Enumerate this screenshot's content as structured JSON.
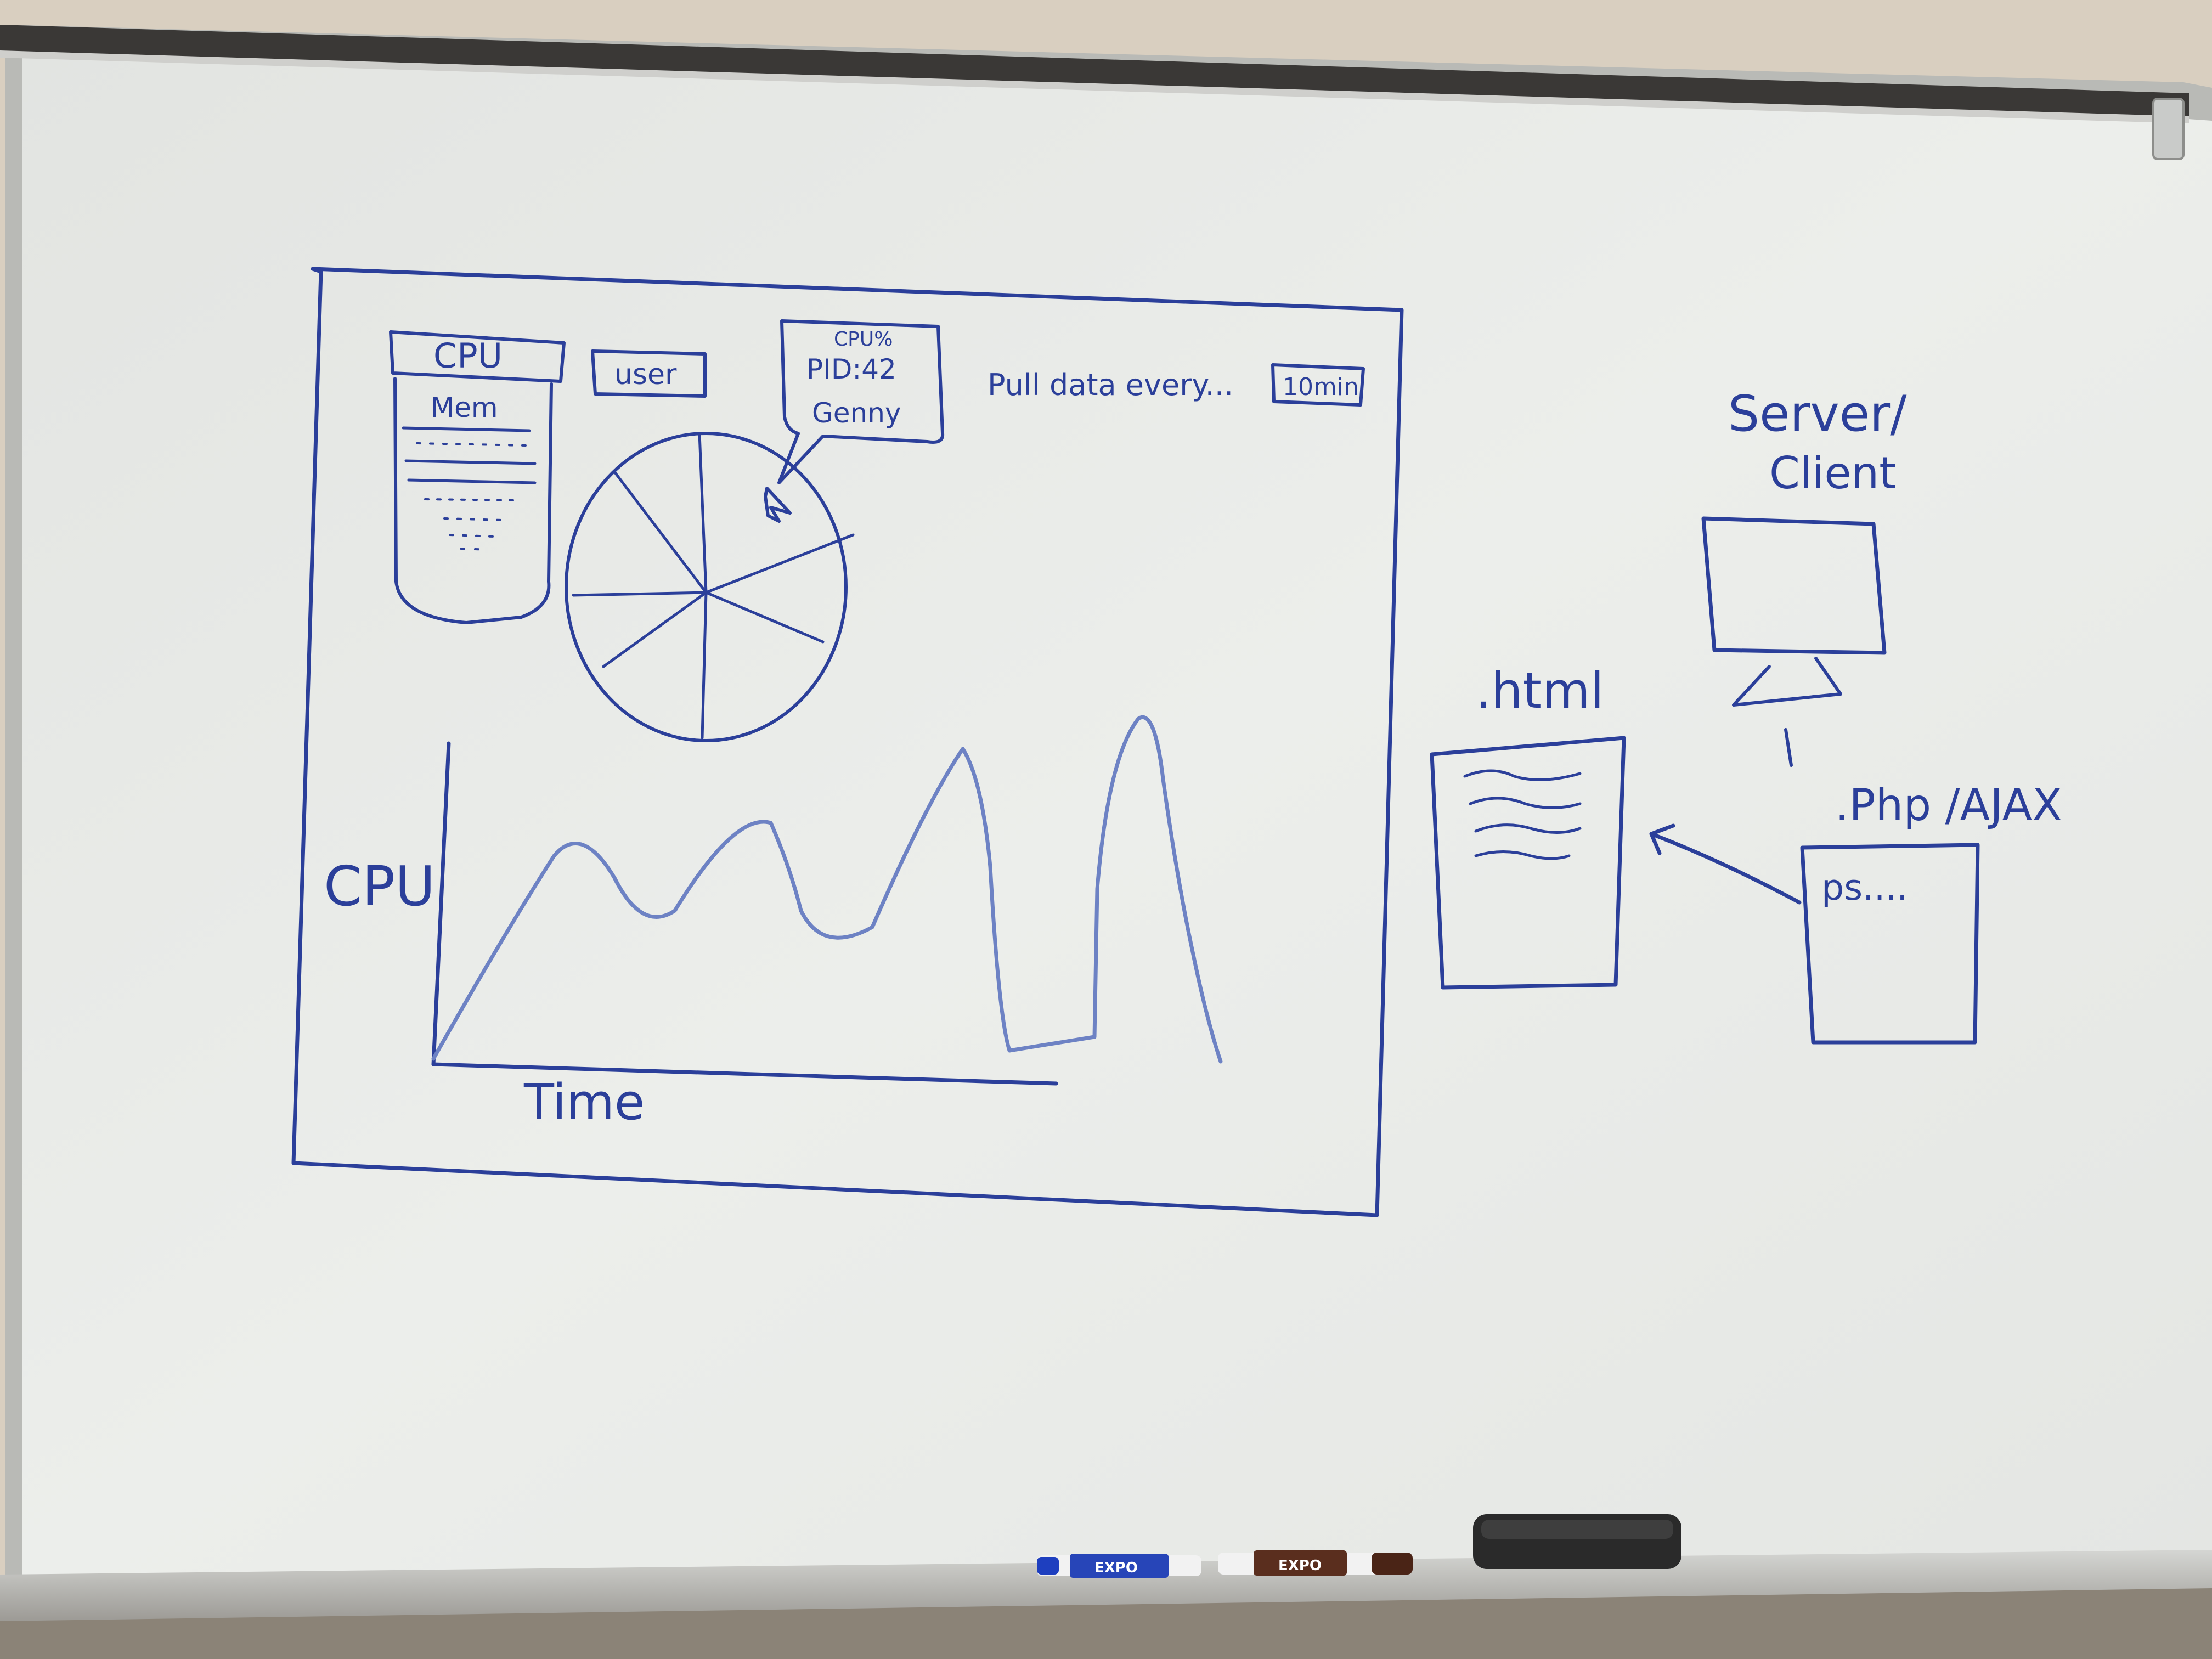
{
  "mockup": {
    "dropdown_cpu": "CPU",
    "dropdown_mem": "Mem",
    "user_button": "user",
    "tooltip": {
      "line1": "CPU%",
      "line2": "PID:42",
      "line3": "Genny"
    },
    "pull_label": "Pull data every...",
    "pull_value": "10min",
    "y_axis_label": "CPU",
    "x_axis_label": "Time"
  },
  "architecture": {
    "server_label_1": "Server/",
    "server_label_2": "Client",
    "html_label": ".html",
    "php_label": ".Php /AJAX",
    "ps_label": "ps...."
  },
  "markers": {
    "blue_marker_brand": "EXPO",
    "brown_marker_brand": "EXPO"
  },
  "colors": {
    "ink": "#2b3f9a",
    "board": "#e7e9e6",
    "wall": "#d9cfc0"
  }
}
